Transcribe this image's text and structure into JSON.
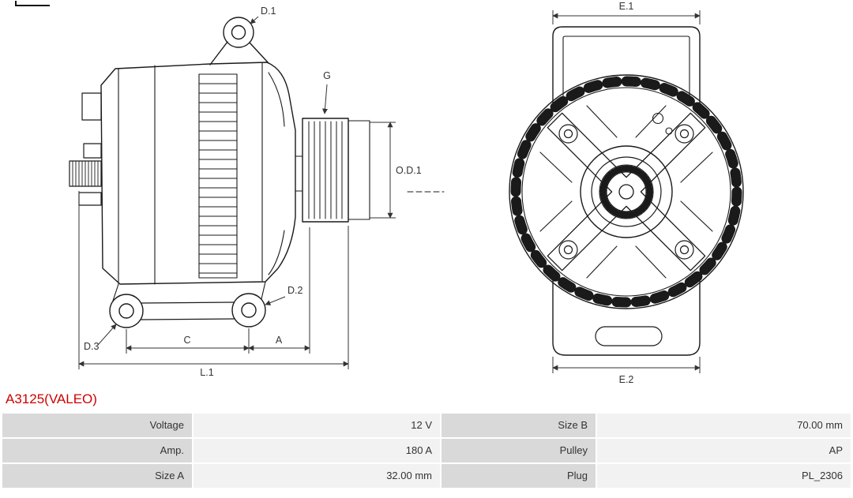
{
  "part_number": "A3125(VALEO)",
  "drawing": {
    "side_view": {
      "labels": {
        "d1": "D.1",
        "g": "G",
        "od1": "O.D.1",
        "d2": "D.2",
        "d3": "D.3",
        "c": "C",
        "a": "A",
        "l1": "L.1"
      }
    },
    "front_view": {
      "labels": {
        "e1": "E.1",
        "e2": "E.2"
      }
    }
  },
  "table": {
    "rows": [
      {
        "l1": "Voltage",
        "v1": "12 V",
        "l2": "Size B",
        "v2": "70.00 mm"
      },
      {
        "l1": "Amp.",
        "v1": "180 A",
        "l2": "Pulley",
        "v2": "AP"
      },
      {
        "l1": "Size A",
        "v1": "32.00 mm",
        "l2": "Plug",
        "v2": "PL_2306"
      }
    ]
  },
  "colors": {
    "part_number_red": "#cc0000",
    "table_label_bg": "#d9d9d9",
    "table_value_bg": "#f2f2f2",
    "line_color": "#1a1a1a"
  }
}
